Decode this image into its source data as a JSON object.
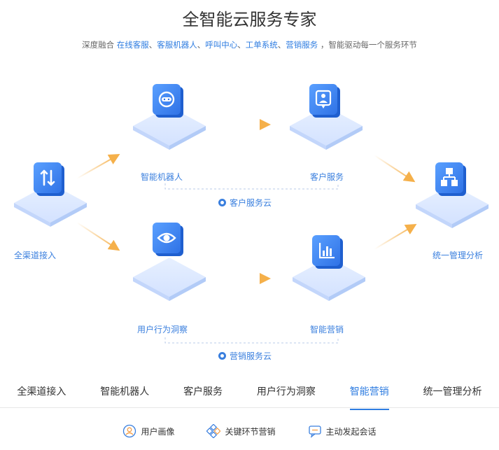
{
  "header": {
    "title": "全智能云服务专家",
    "subtitle_prefix": "深度融合",
    "subtitle_links": [
      "在线客服",
      "客服机器人",
      "呼叫中心",
      "工单系统",
      "营销服务"
    ],
    "subtitle_sep": "、",
    "subtitle_suffix": "，智能驱动每一个服务环节"
  },
  "diagram": {
    "nodes": {
      "omnichannel": {
        "label": "全渠道接入",
        "icon": "switch-arrows-icon"
      },
      "robot": {
        "label": "智能机器人",
        "icon": "robot-icon"
      },
      "customer_service": {
        "label": "客户服务",
        "icon": "chat-person-icon"
      },
      "analytics": {
        "label": "统一管理分析",
        "icon": "hierarchy-icon"
      },
      "behavior": {
        "label": "用户行为洞察",
        "icon": "eye-icon"
      },
      "marketing": {
        "label": "智能营销",
        "icon": "bar-chart-icon"
      }
    },
    "clouds": {
      "service_cloud": "客户服务云",
      "marketing_cloud": "营销服务云"
    },
    "colors": {
      "accent": "#2f7de1",
      "tile": "#3b82f6",
      "arrow": "#f5b04a",
      "platform": "#dbe8ff"
    }
  },
  "tabs": {
    "items": [
      "全渠道接入",
      "智能机器人",
      "客户服务",
      "用户行为洞察",
      "智能营销",
      "统一管理分析"
    ],
    "active": "智能营销"
  },
  "features": [
    {
      "label": "用户画像",
      "icon": "user-portrait-icon"
    },
    {
      "label": "关键环节营销",
      "icon": "diamond-nodes-icon"
    },
    {
      "label": "主动发起会话",
      "icon": "chat-bubble-icon"
    }
  ]
}
